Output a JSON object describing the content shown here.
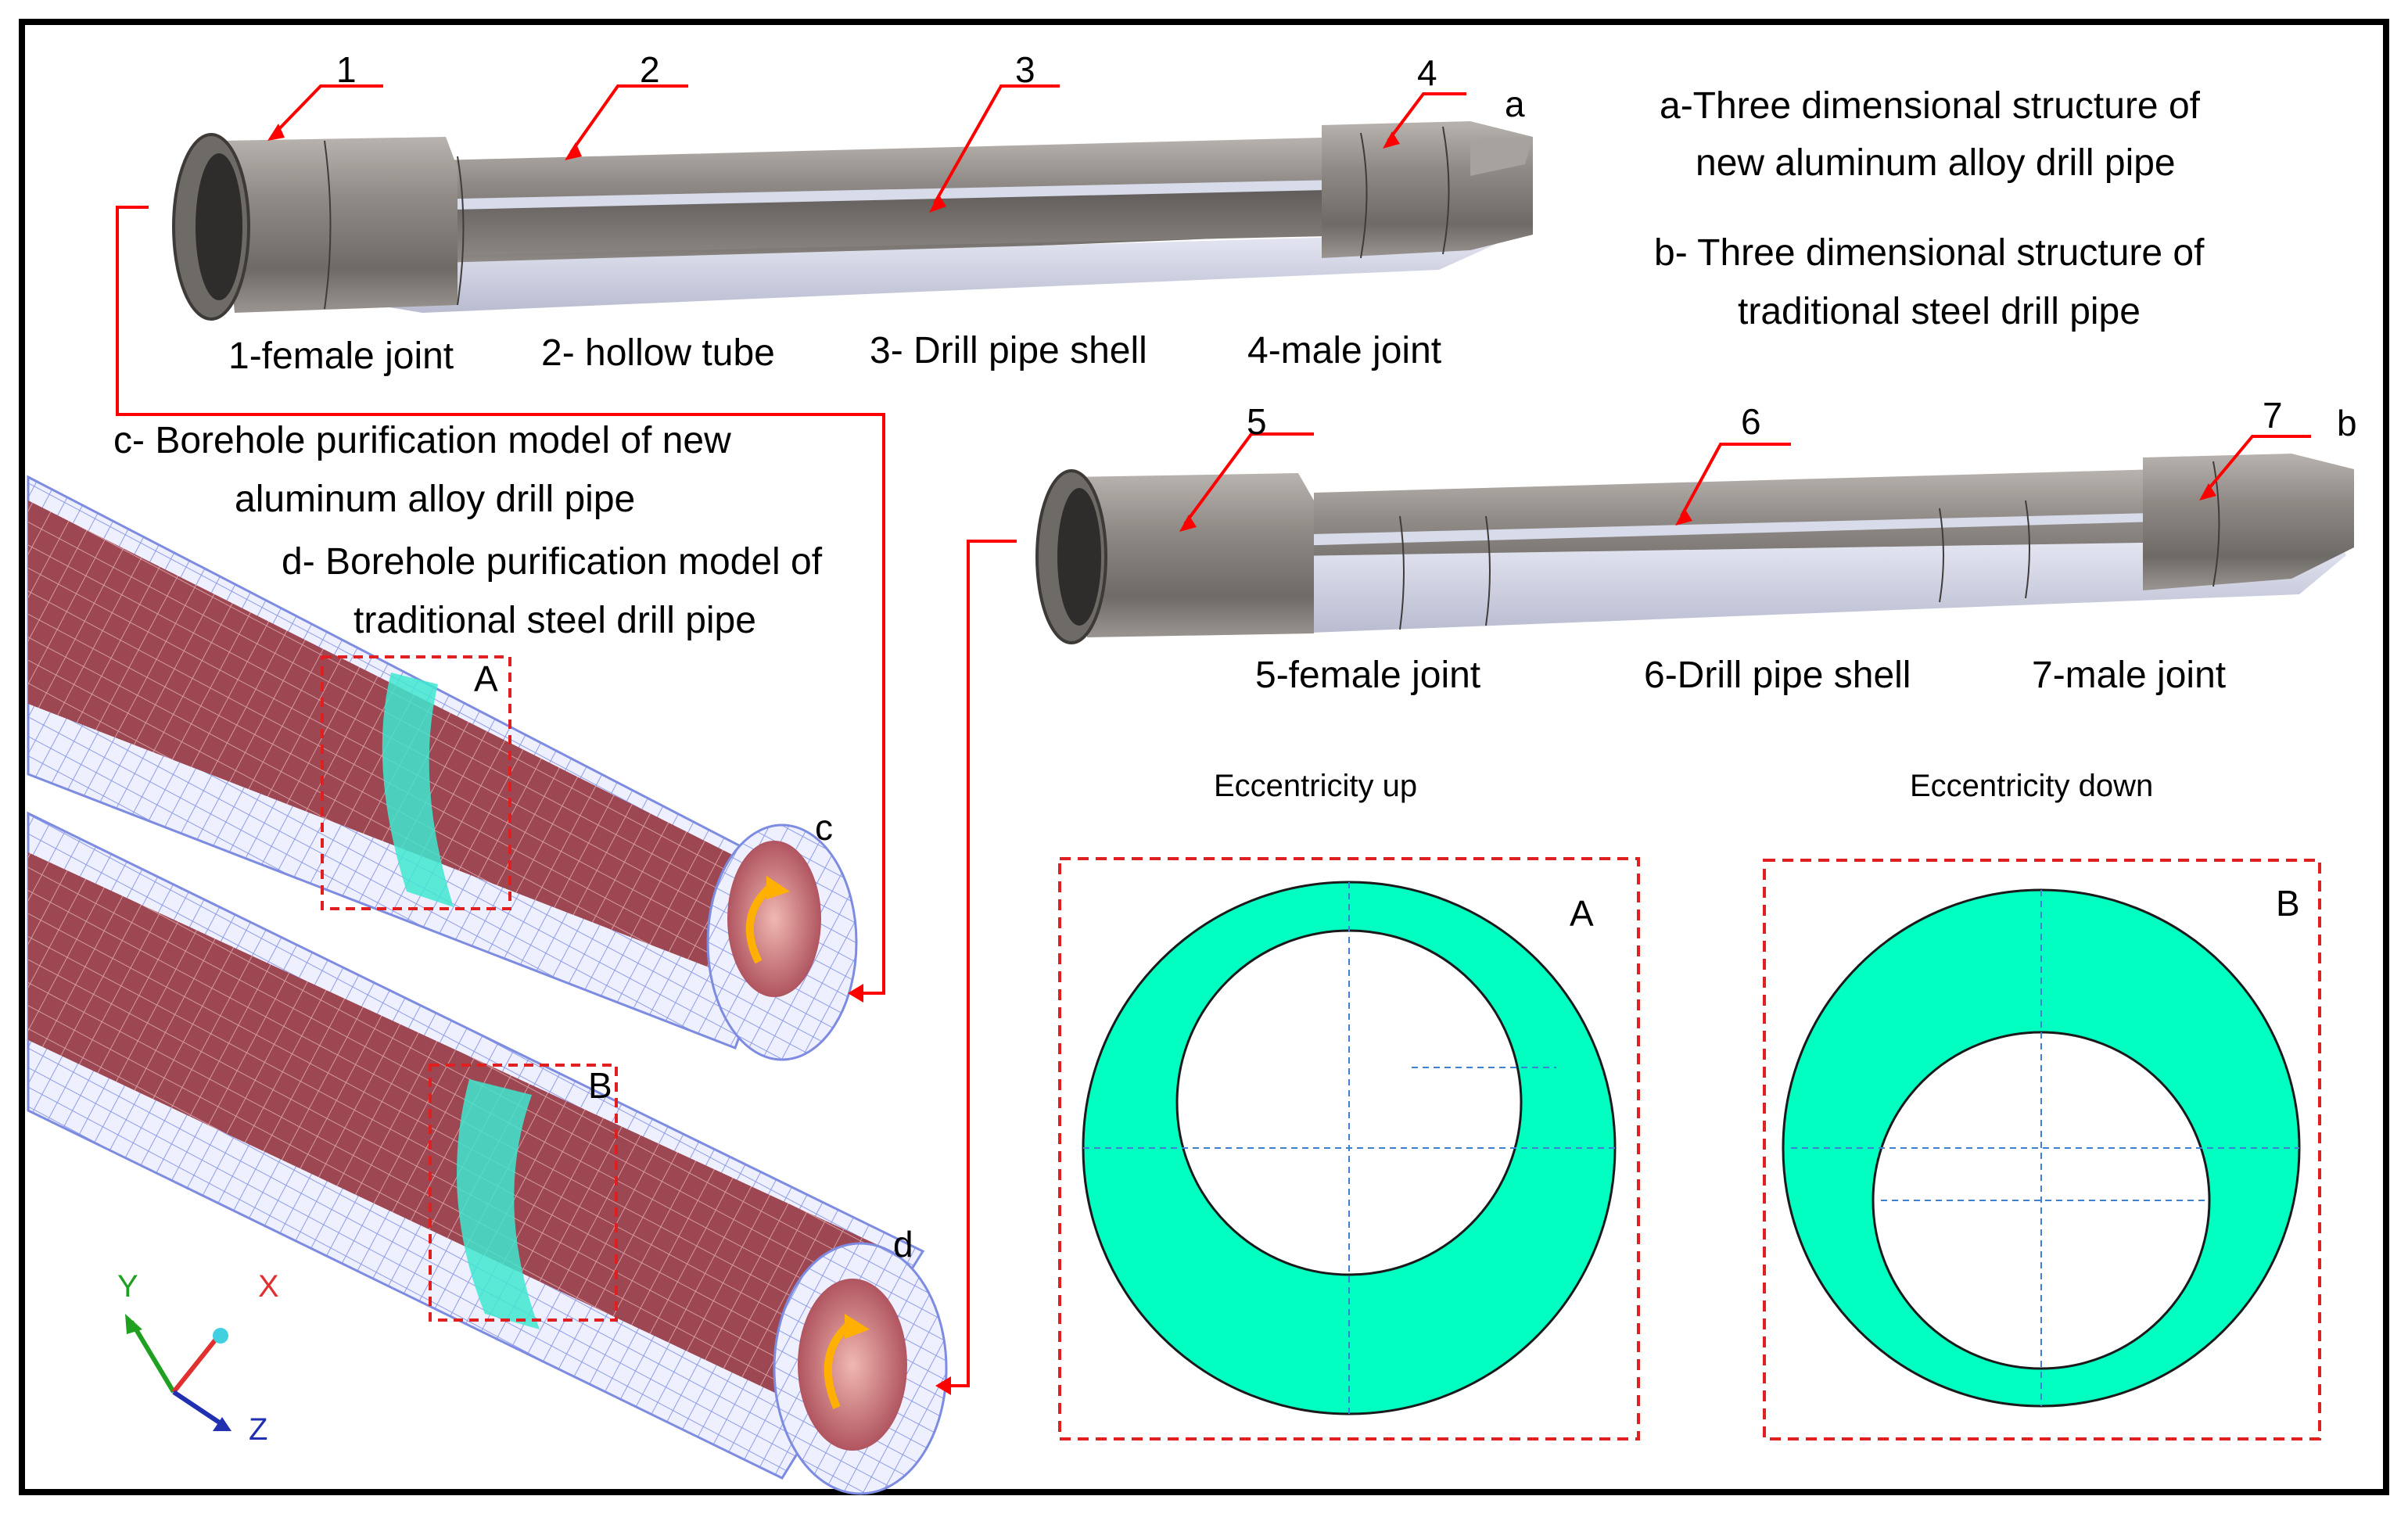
{
  "legend": {
    "a": "a-Three dimensional structure of",
    "a2": "new aluminum alloy drill pipe",
    "b": "b- Three dimensional structure of",
    "b2": "traditional steel drill pipe",
    "c": "c- Borehole purification model of new",
    "c2": "aluminum alloy drill pipe",
    "d": "d- Borehole purification model of",
    "d2": "traditional steel drill pipe"
  },
  "pipe_a": {
    "letter": "a",
    "numbers": [
      "1",
      "2",
      "3",
      "4"
    ],
    "parts": [
      "1-female joint",
      "2- hollow tube",
      "3- Drill pipe shell",
      "4-male joint"
    ]
  },
  "pipe_b": {
    "letter": "b",
    "numbers": [
      "5",
      "6",
      "7"
    ],
    "parts": [
      "5-female joint",
      "6-Drill pipe shell",
      "7-male joint"
    ]
  },
  "models": {
    "c_letter": "c",
    "d_letter": "d",
    "box_a": "A",
    "box_b": "B"
  },
  "axes": {
    "x": "X",
    "y": "Y",
    "z": "Z"
  },
  "sections": {
    "up_title": "Eccentricity up",
    "down_title": "Eccentricity down",
    "up_letter": "A",
    "down_letter": "B"
  },
  "colors": {
    "annulus": "#00ffc0",
    "leader": "#ff0000",
    "pipe_metal": "#8a8580",
    "mesh_inner": "#a04550",
    "mesh_outer": "#9aa8ee"
  }
}
